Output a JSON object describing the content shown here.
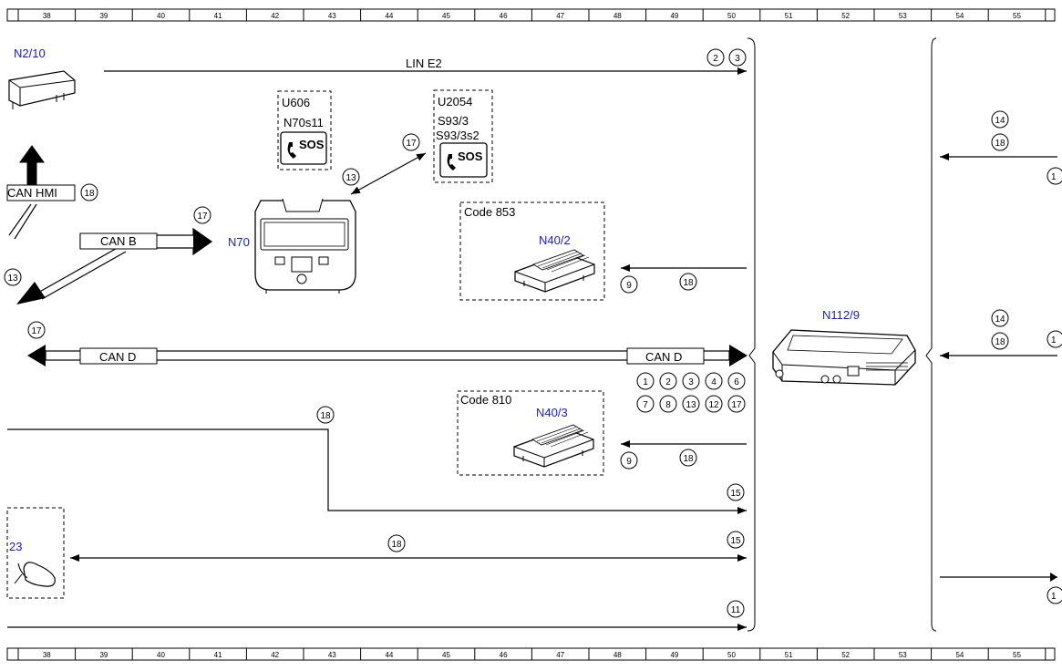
{
  "ruler": {
    "numbers": [
      "38",
      "39",
      "40",
      "41",
      "42",
      "43",
      "44",
      "45",
      "46",
      "47",
      "48",
      "49",
      "50",
      "51",
      "52",
      "53",
      "54",
      "55"
    ]
  },
  "labels": {
    "n2_10": "N2/10",
    "lin_e2": "LIN E2",
    "u606": "U606",
    "n70s11": "N70s11",
    "u2054": "U2054",
    "s93_3": "S93/3",
    "s93_3s2": "S93/3s2",
    "sos": "SOS",
    "can_hmi": "CAN HMI",
    "can_b": "CAN B",
    "n70": "N70",
    "code853": "Code 853",
    "n40_2": "N40/2",
    "code810": "Code 810",
    "n40_3": "N40/3",
    "can_d": "CAN D",
    "n112_9": "N112/9",
    "n23_partial": "23"
  },
  "circles": {
    "c2": "2",
    "c3": "3",
    "c17_u": "17",
    "c13_u": "13",
    "c18_hmi": "18",
    "c17_canb": "17",
    "c13_left": "13",
    "c9_a": "9",
    "c18_a": "18",
    "c17_cand": "17",
    "g1": "1",
    "g2": "2",
    "g3": "3",
    "g4": "4",
    "g6": "6",
    "g7": "7",
    "g8": "8",
    "g13": "13",
    "g12": "12",
    "g17": "17",
    "c18_mid": "18",
    "c9_b": "9",
    "c18_b": "18",
    "c15_a": "15",
    "c18_low": "18",
    "c15_b": "15",
    "c11": "11",
    "r14_a": "14",
    "r18_a": "18",
    "r1_a": "1",
    "r14_b": "14",
    "r18_b": "18",
    "r1_b": "1",
    "r1_c": "1"
  },
  "icons": [
    "sos-phone-icon",
    "control-unit-icon",
    "overhead-control-panel-icon",
    "mirror-icon"
  ]
}
